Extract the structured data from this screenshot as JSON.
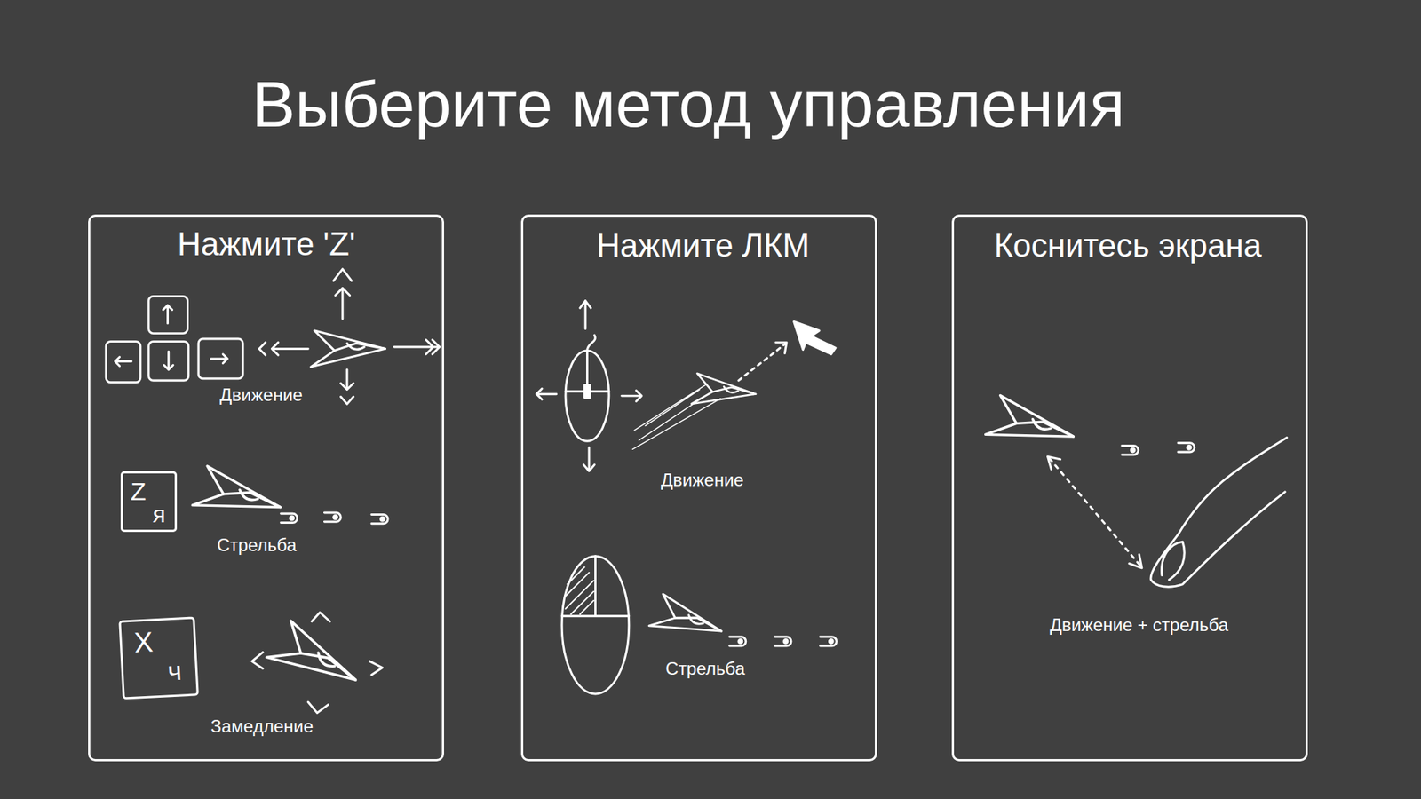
{
  "diagram": {
    "title": "Выберите метод управления",
    "nodes": [
      {
        "text": [
          "Нажмите 'Z'",
          "Движение",
          "Стрельба",
          "Замедление"
        ]
      },
      {
        "text": [
          "Z",
          "я"
        ],
        "in": 0
      },
      {
        "text": [
          "X",
          "ч"
        ],
        "in": 0
      },
      {
        "text": [
          "Нажмите ЛКМ",
          "Движение",
          "Стрельба"
        ]
      },
      {
        "text": [
          "Коснитесь экрана",
          "Движение + стрельба"
        ]
      }
    ]
  }
}
